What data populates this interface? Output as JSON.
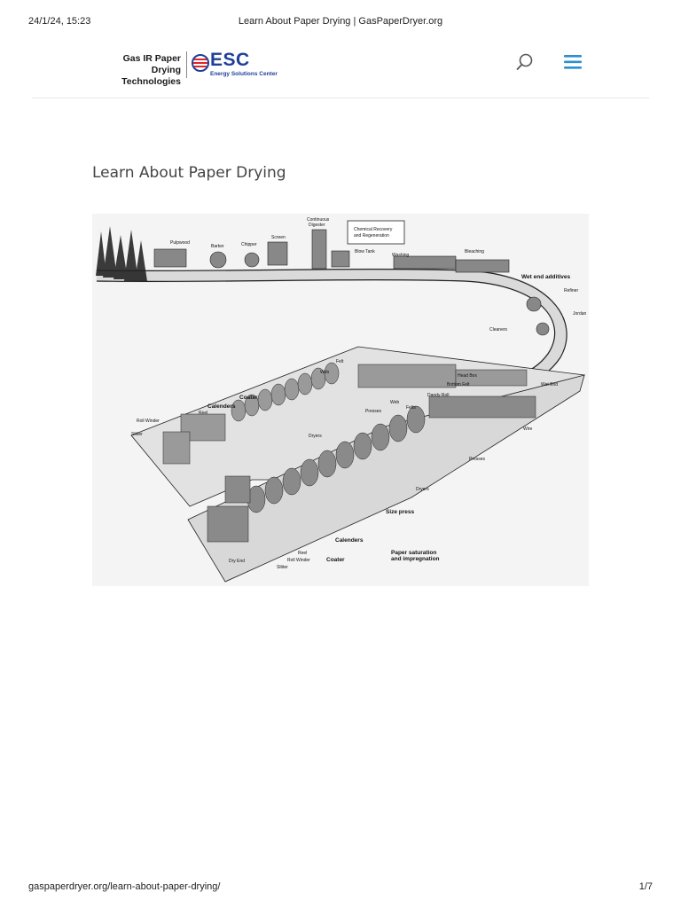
{
  "print_header": {
    "datetime": "24/1/24, 15:23",
    "title": "Learn About Paper Drying | GasPaperDryer.org"
  },
  "logo": {
    "line1": "Gas IR Paper",
    "line2": "Drying Technologies",
    "brand": "ESC",
    "brand_sub": "Energy Solutions Center",
    "brand_color": "#1f3f9a",
    "accent_color": "#e0262b"
  },
  "nav": {
    "search_icon": "search-icon",
    "menu_icon": "hamburger-menu-icon",
    "menu_color": "#2e8fd0"
  },
  "page": {
    "title": "Learn About Paper Drying"
  },
  "diagram": {
    "labels": {
      "pulpwood": "Pulpwood",
      "barker": "Barker",
      "chipper": "Chipper",
      "screen": "Screen",
      "digester_1": "Continuous",
      "digester_2": "Digester",
      "recovery_1": "Chemical Recovery",
      "recovery_2": "and Regeneration",
      "blow_tank": "Blow Tank",
      "washing": "Washing",
      "bleaching": "Bleaching",
      "wet_end_additives": "Wet end additives",
      "refiner": "Refiner",
      "jordan": "Jordan",
      "cleaners": "Cleaners",
      "felt": "Felt",
      "web_top": "Web",
      "head_box": "Head Box",
      "bottom_felt": "Bottom Felt",
      "wet_end": "Wet End",
      "dandy_roll": "Dandy Roll",
      "web": "Web",
      "felts": "Felts",
      "presses_top": "Presses",
      "coater_top": "Coater",
      "calenders_top": "Calenders",
      "reel_top": "Reel",
      "roll_winder_top": "Roll Winder",
      "slitter_top": "Slitter",
      "dryers_top": "Dryers",
      "wire": "Wire",
      "presses": "Presses",
      "dryers": "Dryers",
      "size_press": "Size press",
      "calenders": "Calenders",
      "reel": "Reel",
      "roll_winder": "Roll Winder",
      "slitter": "Slitter",
      "coater": "Coater",
      "dry_end": "Dry End",
      "saturation_1": "Paper saturation",
      "saturation_2": "and impregnation"
    }
  },
  "print_footer": {
    "url": "gaspaperdryer.org/learn-about-paper-drying/",
    "page": "1/7"
  }
}
